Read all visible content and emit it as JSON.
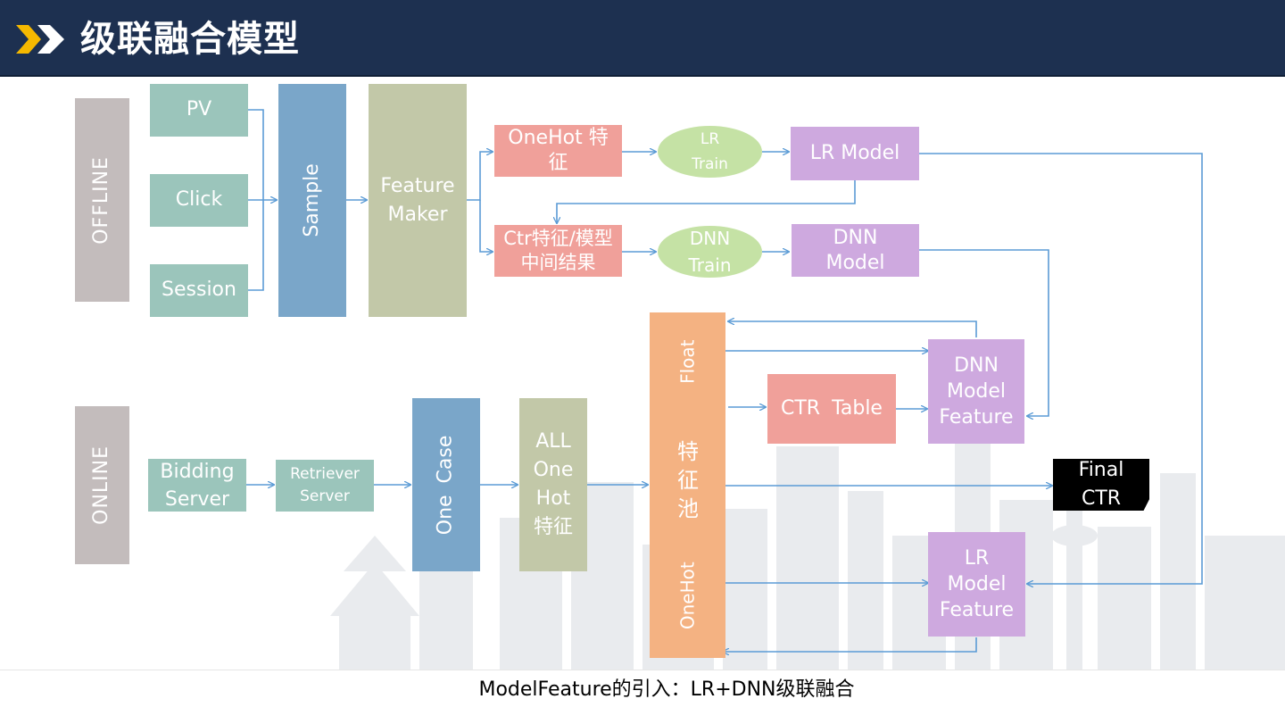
{
  "header": {
    "title": "级联融合模型"
  },
  "offline": {
    "label": "OFFLINE",
    "sources": [
      "PV",
      "Click",
      "Session"
    ],
    "sample": "Sample",
    "feature_maker": "Feature Maker",
    "onehot_feature": "OneHot 特征",
    "ctr_feature": "Ctr特征/模型中间结果",
    "lr_train": "LR Train",
    "dnn_train": "DNN Train",
    "lr_model": "LR Model",
    "dnn_model": "DNN Model"
  },
  "online": {
    "label": "ONLINE",
    "bidding_server": "Bidding Server",
    "retriever_server": "Retriever Server",
    "one_case": "One Case",
    "all_onehot": "ALL One Hot 特征",
    "pool_float": "Float",
    "pool_name": "特征池",
    "pool_onehot": "OneHot",
    "ctr_table": "CTR Table",
    "dnn_model_feature": "DNN Model Feature",
    "lr_model_feature": "LR Model Feature",
    "final_ctr": "Final CTR"
  },
  "caption": "ModelFeature的引入：LR+DNN级联融合",
  "colors": {
    "header_bg": "#1d3050",
    "chevron": "#f5b800",
    "arrow": "#5b9bd5",
    "gray": "#c3bcbc",
    "teal": "#9bc5bb",
    "blue": "#7aa6c9",
    "olive": "#c2c8a8",
    "salmon": "#f0a09a",
    "green": "#c5e2a5",
    "purple": "#cea9df",
    "orange": "#f4b282"
  }
}
